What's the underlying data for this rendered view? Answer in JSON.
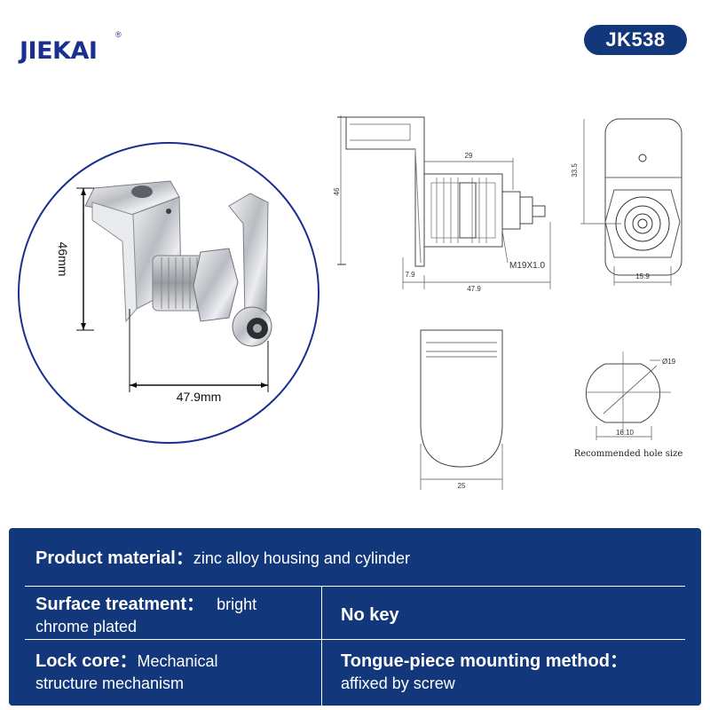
{
  "brand": {
    "logo_text": "JIEKAI",
    "registered_mark": "®",
    "model": "JK538"
  },
  "photo": {
    "height_label": "46mm",
    "width_label": "47.9mm"
  },
  "drawing": {
    "side_view": {
      "height": "46",
      "length_29": "29",
      "thread": "M19X1.0",
      "offset": "7.9",
      "total_length": "47.9"
    },
    "front_view": {
      "height": "33.5",
      "width": "15.9"
    },
    "bottom_view": {
      "width": "25"
    },
    "hole": {
      "diameter": "Ø19",
      "flat": "16.10",
      "caption": "Recommended hole size"
    }
  },
  "specs": {
    "material_label": "Product material：",
    "material_value": "zinc alloy housing and cylinder",
    "surface_label": "Surface treatment：",
    "surface_value_1": "bright",
    "surface_value_2": "chrome plated",
    "key_label": "No key",
    "core_label": "Lock core：",
    "core_value_1": "Mechanical",
    "core_value_2": "structure mechanism",
    "mount_label": "Tongue-piece mounting method：",
    "mount_value": "affixed by screw"
  },
  "colors": {
    "brand_blue": "#12377a",
    "logo_blue": "#1b2f8f"
  }
}
